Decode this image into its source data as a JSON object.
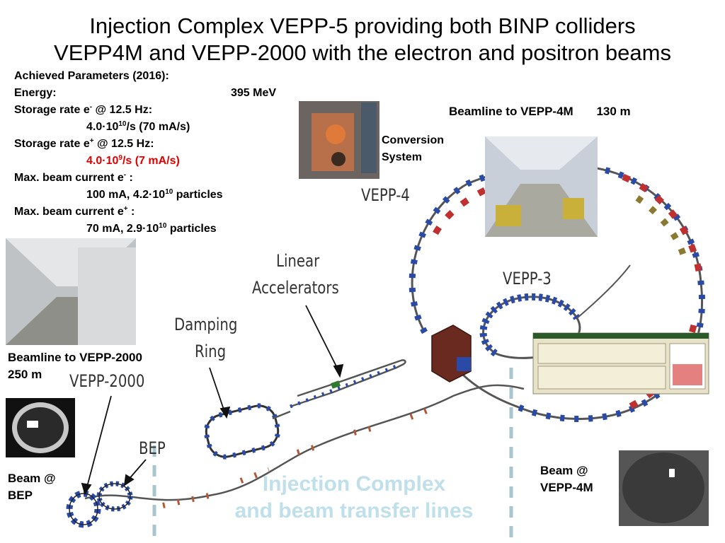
{
  "title": {
    "line1": "Injection Complex VEPP-5 providing both BINP colliders",
    "line2": "VEPP4M and VEPP-2000 with the electron and positron beams"
  },
  "params": {
    "header": "Achieved Parameters (2016):",
    "energy_label": "Energy:",
    "energy_value": "395 MeV",
    "storage_e_minus_pre": "Storage rate e",
    "storage_e_minus_sup": "-",
    "storage_e_minus_post": " @ 12.5 Hz:",
    "storage_e_minus_value_a": "4.0·10",
    "storage_e_minus_value_sup": "10",
    "storage_e_minus_value_b": "/s (70 mA/s)",
    "storage_e_plus_pre": "Storage rate e",
    "storage_e_plus_sup": "+",
    "storage_e_plus_post": " @ 12.5 Hz:",
    "storage_e_plus_value_a": "4.0·10",
    "storage_e_plus_value_sup": "9",
    "storage_e_plus_value_b": "/s (7 mA/s)",
    "max_e_minus_pre": "Max. beam current e",
    "max_e_minus_sup": "-",
    "max_e_minus_post": " :",
    "max_e_minus_value_a": "100 mA, 4.2·10",
    "max_e_minus_value_sup": "10",
    "max_e_minus_value_b": " particles",
    "max_e_plus_pre": "Max. beam current e",
    "max_e_plus_sup": "+",
    "max_e_plus_post": " :",
    "max_e_plus_value_a": "70 mA, 2.9·10",
    "max_e_plus_value_sup": "10",
    "max_e_plus_value_b": " particles"
  },
  "labels": {
    "beamline_vepp4m": "Beamline to VEPP-4M",
    "beamline_vepp4m_length": "130 m",
    "conversion_line1": "Conversion",
    "conversion_line2": "System",
    "beamline_vepp2000": "Beamline to VEPP-2000",
    "beamline_vepp2000_length": "250 m",
    "beam_bep_line1": "Beam @",
    "beam_bep_line2": "BEP",
    "beam_vepp4m_line1": "Beam @",
    "beam_vepp4m_line2": "VEPP-4M",
    "injection_line1": "Injection Complex",
    "injection_line2": "and beam transfer lines"
  },
  "diagram": {
    "vepp4": "VEPP-4",
    "vepp3": "VEPP-3",
    "linac_line1": "Linear",
    "linac_line2": "Accelerators",
    "damping_line1": "Damping",
    "damping_line2": "Ring",
    "vepp2000": "VEPP-2000",
    "bep": "BEP"
  },
  "colors": {
    "red_text": "#e00000",
    "ghost_text": "#bfe0ea",
    "beamline": "#555555",
    "magnet_blue": "#2a4aa8",
    "magnet_red": "#c03030"
  }
}
